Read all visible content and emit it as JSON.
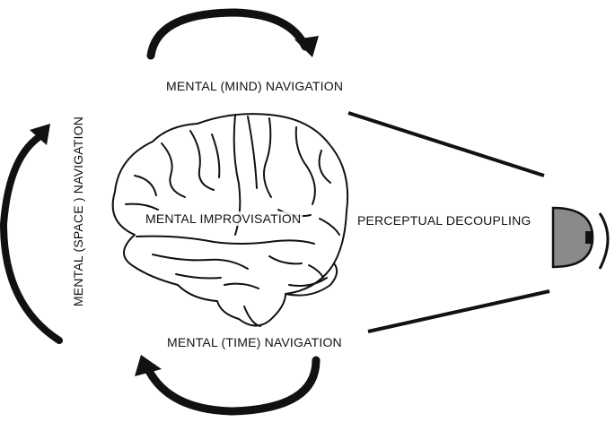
{
  "labels": {
    "mind": "MENTAL (MIND) NAVIGATION",
    "time": "MENTAL (TIME) NAVIGATION",
    "space": "MENTAL (SPACE ) NAVIGATION",
    "improvisation": "MENTAL IMPROVISATION",
    "perceptual": "PERCEPTUAL DECOUPLING"
  },
  "icons": {
    "brain": "brain-illustration",
    "eye": "eye-icon",
    "arrows": "curved-arrow-icon"
  },
  "colors": {
    "ink": "#111111",
    "eye_fill": "#8a8a8a"
  }
}
